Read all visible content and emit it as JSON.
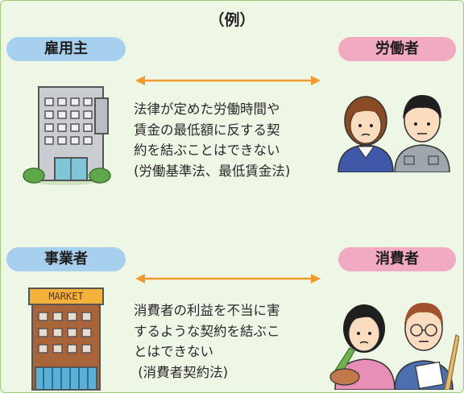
{
  "title": "（例）",
  "row1": {
    "left_label": "雇用主",
    "right_label": "労働者",
    "lines": [
      "法律が定めた労働時間や",
      "賃金の最低額に反する契",
      "約を結ぶことはできない",
      "(労働基準法、最低賃金法)"
    ]
  },
  "row2": {
    "left_label": "事業者",
    "right_label": "消費者",
    "sign": "MARKET",
    "lines": [
      "消費者の利益を不当に害",
      "するような契約を結ぶこ",
      "とはできない",
      " (消費者契約法)"
    ]
  },
  "colors": {
    "employer_pill": "#a7cfee",
    "worker_pill": "#f2a9c2",
    "arrow": "#f29a2e",
    "panel": "#eef7e6"
  },
  "icons": [
    "office-building-icon",
    "workers-icon",
    "market-building-icon",
    "consumers-icon",
    "double-arrow-icon"
  ]
}
